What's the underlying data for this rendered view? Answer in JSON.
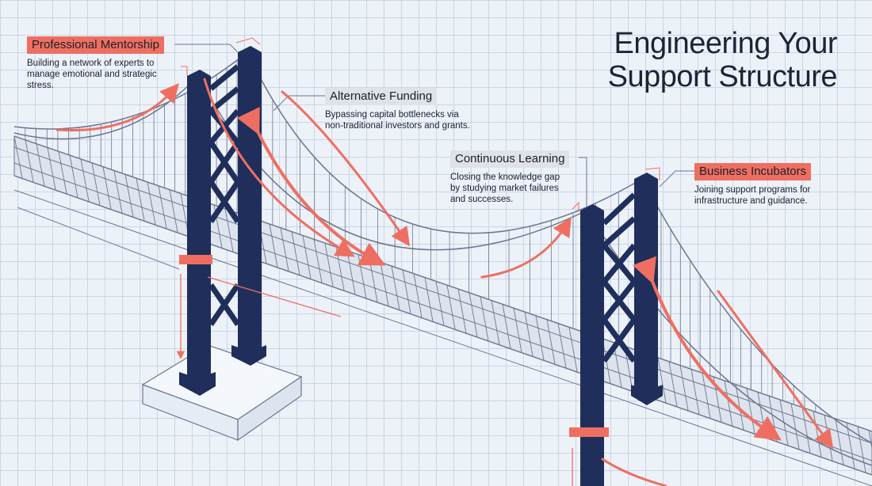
{
  "title": {
    "line1": "Engineering Your",
    "line2": "Support Structure"
  },
  "callouts": {
    "mentorship": {
      "label": "Professional Mentorship",
      "desc1": "Building a network of experts to",
      "desc2": "manage emotional and strategic",
      "desc3": "stress."
    },
    "funding": {
      "label": "Alternative Funding",
      "desc1": "Bypassing capital bottlenecks via",
      "desc2": "non-traditional investors and grants."
    },
    "learning": {
      "label": "Continuous Learning",
      "desc1": "Closing the knowledge gap",
      "desc2": "by studying market failures",
      "desc3": "and successes."
    },
    "incubators": {
      "label": "Business Incubators",
      "desc1": "Joining support programs for",
      "desc2": "infrastructure and guidance."
    }
  },
  "colors": {
    "tower": "#1f2e5a",
    "accent": "#ee6f61",
    "cable": "#6d7690",
    "grid": "#c9d6e6",
    "label_grey": "#dfe2e8"
  }
}
